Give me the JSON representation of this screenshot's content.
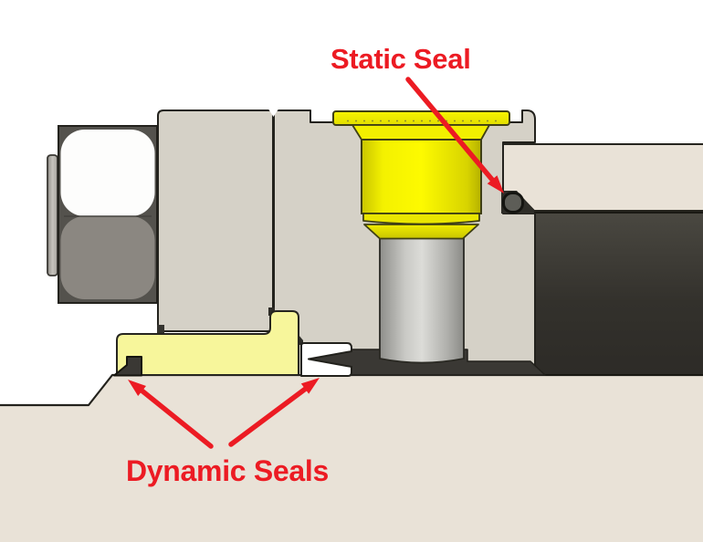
{
  "diagram": {
    "type": "mechanical-cross-section",
    "annotations": {
      "static_seal": {
        "label": "Static Seal"
      },
      "dynamic_seals": {
        "label": "Dynamic Seals"
      }
    },
    "components": {
      "hex_nut": "hex nut (side view)",
      "washer": "washer edge",
      "gland_body": "gland body blocks (tan, sectioned)",
      "flange_bolt": "yellow flanged bolt / plunger",
      "shaft": "steel shaft",
      "housing_plate": "housing plate (beige, sectioned)",
      "housing_block": "dark housing block (sectioned)",
      "base_block": "base block (beige, sectioned)",
      "seal_carrier": "pale yellow seal carrier",
      "static_seal_oring": "static O-ring seal",
      "dynamic_wedge_seal": "dynamic wedge seal",
      "dynamic_v_seal": "dynamic V-ring seal"
    },
    "colors": {
      "accent_red": "#ec1b23",
      "body_tan": "#d5d1c7",
      "housing_beige": "#e9e2d7",
      "bolt_yellow": "#f4f000",
      "carrier_pale_yellow": "#f7f69b",
      "seal_dark_gray": "#5d5d57",
      "cavity_dark": "#3a3834",
      "block_dark_top": "#4a4841",
      "block_dark_bottom": "#2d2b27",
      "steel_light": "#d8d8d4",
      "nut_gray": "#8b8781",
      "white": "#ffffff",
      "outline": "#23221d"
    }
  }
}
